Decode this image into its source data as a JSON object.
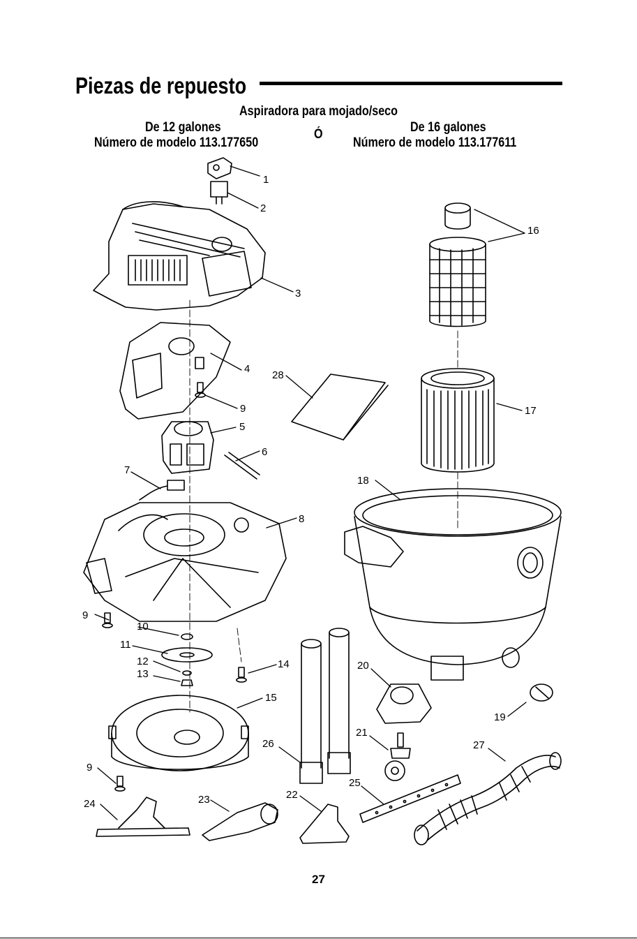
{
  "title": "Piezas de repuesto",
  "header": {
    "main": "Aspiradora para mojado/seco",
    "left_capacity": "De 12 galones",
    "left_model": "Número de modelo 113.177650",
    "or": "Ó",
    "right_capacity": "De 16 galones",
    "right_model": "Número de modelo 113.177611"
  },
  "callouts": {
    "c1": "1",
    "c2": "2",
    "c3": "3",
    "c4": "4",
    "c5": "5",
    "c6": "6",
    "c7": "7",
    "c8": "8",
    "c9a": "9",
    "c9b": "9",
    "c9c": "9",
    "c10": "10",
    "c11": "11",
    "c12": "12",
    "c13": "13",
    "c14": "14",
    "c15": "15",
    "c16": "16",
    "c17": "17",
    "c18": "18",
    "c19": "19",
    "c20": "20",
    "c21": "21",
    "c22": "22",
    "c23": "23",
    "c24": "24",
    "c25": "25",
    "c26": "26",
    "c27": "27",
    "c28": "28"
  },
  "page_number": "27"
}
